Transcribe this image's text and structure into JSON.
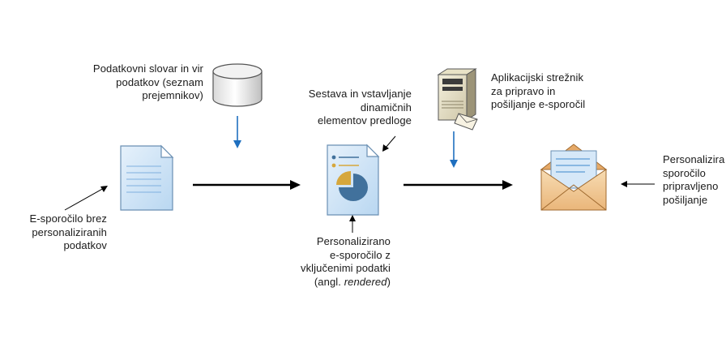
{
  "labels": {
    "data_source": [
      "Podatkovni slovar in vir",
      "podatkov (seznam",
      "prejemnikov)"
    ],
    "template_assembly": [
      "Sestava in vstavljanje",
      "dinamičnih",
      "elementov predloge"
    ],
    "app_server": [
      "Aplikacijski strežnik",
      "za pripravo in",
      "pošiljanje e-sporočil"
    ],
    "email_without_data": [
      "E-sporočilo brez",
      "personaliziranih",
      "podatkov"
    ],
    "personalized_email": [
      "Personalizirano",
      "e-sporočilo z",
      "vključenimi podatki"
    ],
    "rendered_prefix": "(angl. ",
    "rendered_term": "rendered",
    "rendered_suffix": ")",
    "ready_email": [
      "Personalizira",
      "sporočilo",
      "pripravljeno",
      "pošiljanje"
    ]
  },
  "icons": {
    "database": "database-icon",
    "document": "document-icon",
    "report": "report-document-icon",
    "server": "server-icon",
    "envelope": "open-envelope-icon"
  },
  "colors": {
    "blue_arrow": "#1f6fbf",
    "black_arrow": "#000000",
    "document_fill": "#cfe4f7",
    "envelope_fill": "#f2cf9e",
    "pie_blue": "#41719c",
    "pie_gold": "#d6a73c"
  }
}
